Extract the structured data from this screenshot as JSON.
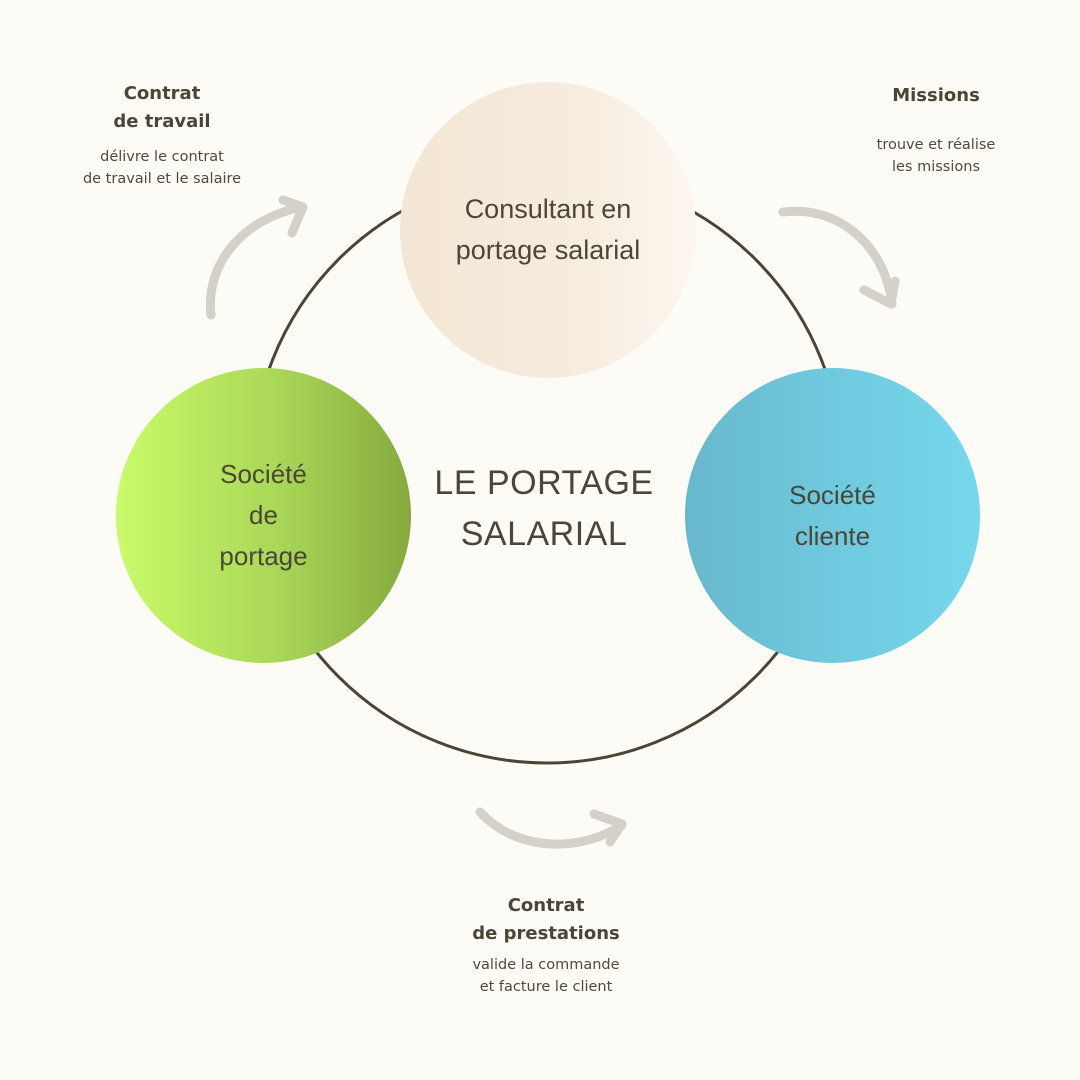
{
  "diagram": {
    "center_title": "LE PORTAGE\nSALARIAL",
    "nodes": {
      "consultant": "Consultant en\nportage salarial",
      "societe_portage": "Société\nde\nportage",
      "societe_cliente": "Société\ncliente"
    },
    "relations": {
      "contrat_travail": {
        "title": "Contrat\nde travail",
        "description": "délivre le contrat\nde travail et le salaire"
      },
      "missions": {
        "title": "Missions",
        "description": "trouve et réalise\nles missions"
      },
      "contrat_prestations": {
        "title": "Contrat\nde prestations",
        "description": "valide la commande\net facture le  client"
      }
    },
    "colors": {
      "background": "#fdfbf6",
      "ring": "#4a4535",
      "arrow": "#d4d0ca",
      "consultant": "#f3e6d4",
      "societe_portage": "#a9d757",
      "societe_cliente": "#70cbe0"
    }
  }
}
